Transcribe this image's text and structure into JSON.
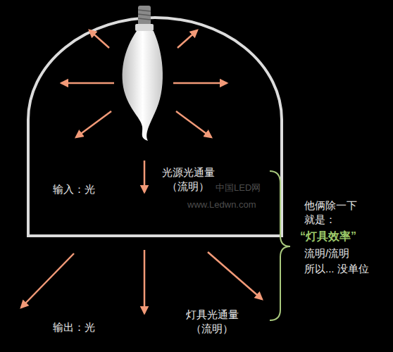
{
  "diagram": {
    "nodes": [
      {
        "text": [
          "输入：光",
          "光源光通量 （流明）"
        ]
      }
    ],
    "edges": [],
    "labels": [
      "输出：光",
      "灯具光通量 （流明）",
      "他俩除一下 就是：",
      "“灯具效率”",
      "流明/流明",
      "所以... 没单位",
      "中国LED网",
      "www.Ledwn.com"
    ]
  }
}
